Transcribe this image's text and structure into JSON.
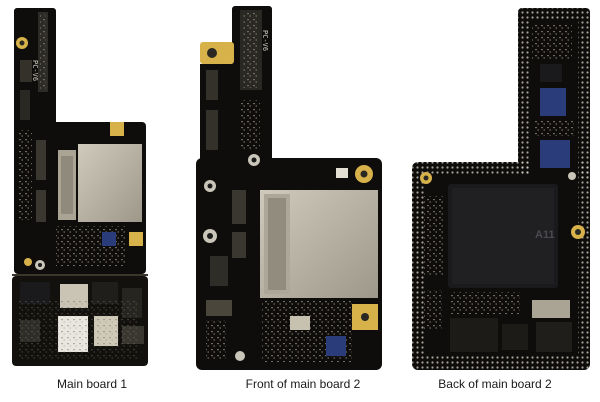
{
  "captions": {
    "board1": "Main board 1",
    "board2_front": "Front of main board 2",
    "board2_back": "Back of main board 2"
  },
  "board_markings": {
    "board1_side": "PC-V6",
    "board2_top": "PC-V6",
    "board3_chip": "A11"
  },
  "colors": {
    "pcb": "#0e0d0b",
    "pcb_edge": "#22201b",
    "gold": "#d7b24a",
    "shield": "#b9b4a6",
    "chip_dark": "#1a1a1c",
    "chip_blue": "#2a3c7a",
    "solder_dot": "#e6e1d4"
  }
}
